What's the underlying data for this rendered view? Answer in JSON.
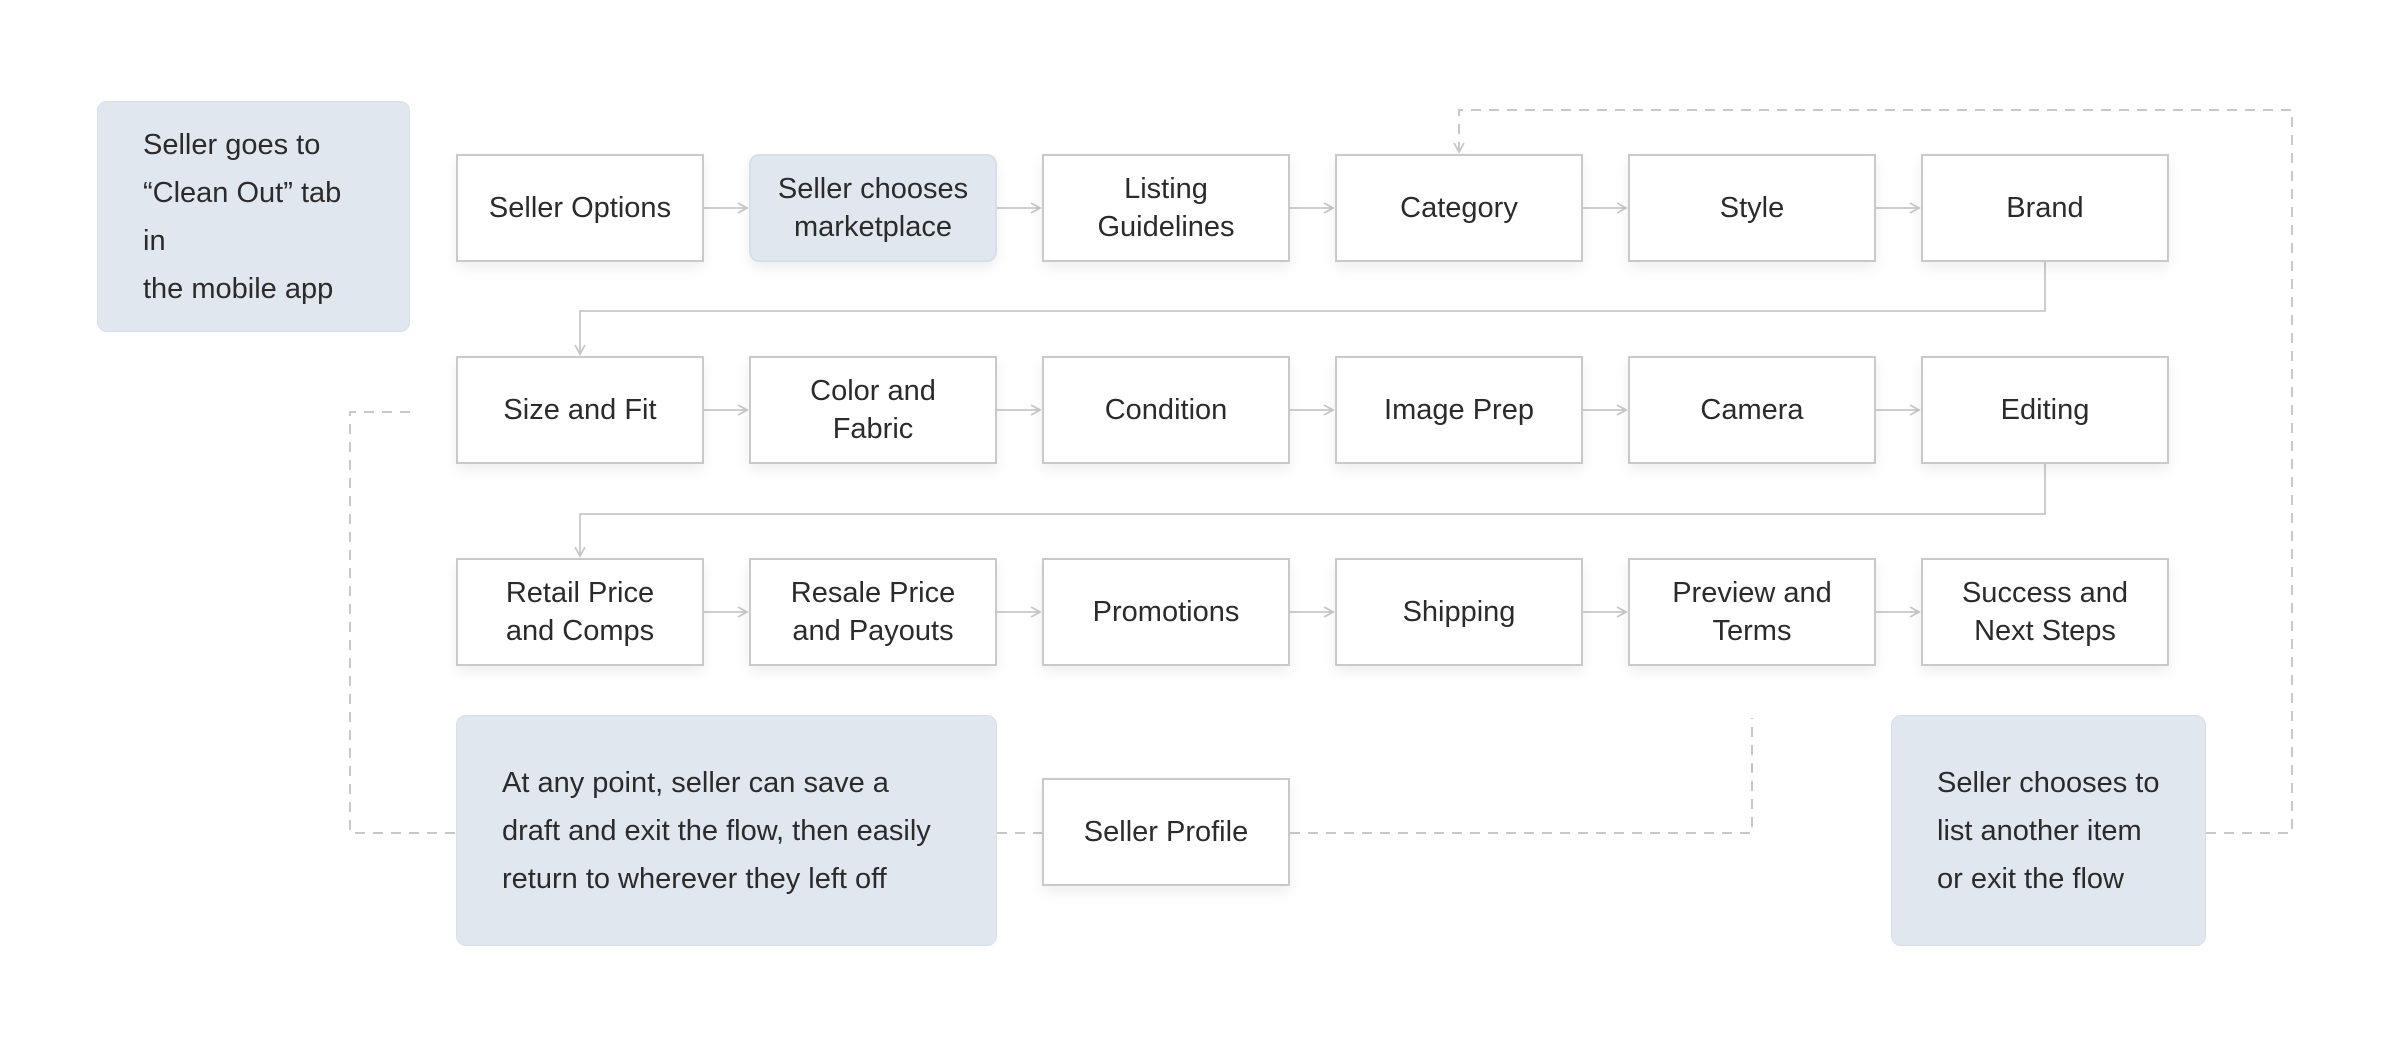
{
  "colors": {
    "step_border": "#c9c9c9",
    "highlight_fill": "#e0e7ef",
    "connector": "#c8c8c8",
    "text": "#2b2b2b"
  },
  "diagram": {
    "start_note": "Seller goes to\n“Clean Out” tab in\nthe mobile app",
    "row1": [
      "Seller Options",
      "Seller chooses\nmarketplace",
      "Listing\nGuidelines",
      "Category",
      "Style",
      "Brand"
    ],
    "row2": [
      "Size and Fit",
      "Color and\nFabric",
      "Condition",
      "Image Prep",
      "Camera",
      "Editing"
    ],
    "row3": [
      "Retail Price\nand Comps",
      "Resale Price\nand Payouts",
      "Promotions",
      "Shipping",
      "Preview and\nTerms",
      "Success and\nNext Steps"
    ],
    "draft_note": "At any point, seller can save a\ndraft and exit the flow, then easily\nreturn to wherever they left off",
    "seller_profile": "Seller Profile",
    "end_note": "Seller chooses to\nlist another item\nor exit the flow"
  }
}
